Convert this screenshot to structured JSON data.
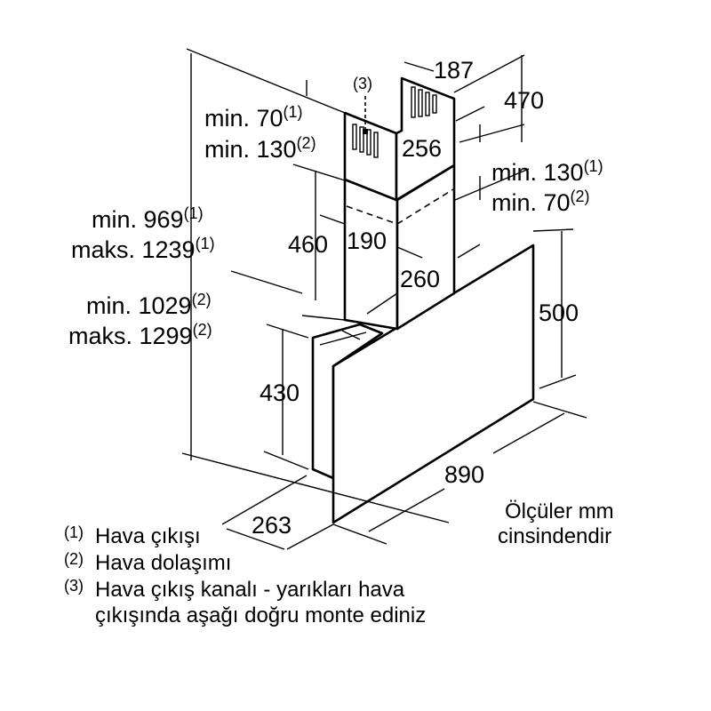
{
  "dimensions": {
    "d187": "187",
    "d470": "470",
    "d256": "256",
    "d460": "460",
    "d190": "190",
    "d260": "260",
    "d500": "500",
    "d430": "430",
    "d890": "890",
    "d263": "263",
    "vent_ref": "(3)",
    "top_min70": {
      "text": "min. 70",
      "sup": "(1)"
    },
    "top_min130": {
      "text": "min. 130",
      "sup": "(2)"
    },
    "right_min130": {
      "text": "min. 130",
      "sup": "(1)"
    },
    "right_min70": {
      "text": "min. 70",
      "sup": "(2)"
    },
    "min969": {
      "text": "min. 969",
      "sup": "(1)"
    },
    "max1239": {
      "text": "maks. 1239",
      "sup": "(1)"
    },
    "min1029": {
      "text": "min. 1029",
      "sup": "(2)"
    },
    "max1299": {
      "text": "maks. 1299",
      "sup": "(2)"
    }
  },
  "units_note": [
    "Ölçüler mm",
    "cinsindendir"
  ],
  "legend": [
    {
      "num": "(1)",
      "text": "Hava çıkışı"
    },
    {
      "num": "(2)",
      "text": "Hava dolaşımı"
    },
    {
      "num": "(3)",
      "text": "Hava çıkış kanalı - yarıkları hava"
    },
    {
      "num": "",
      "text": "çıkışında aşağı doğru monte ediniz"
    }
  ]
}
